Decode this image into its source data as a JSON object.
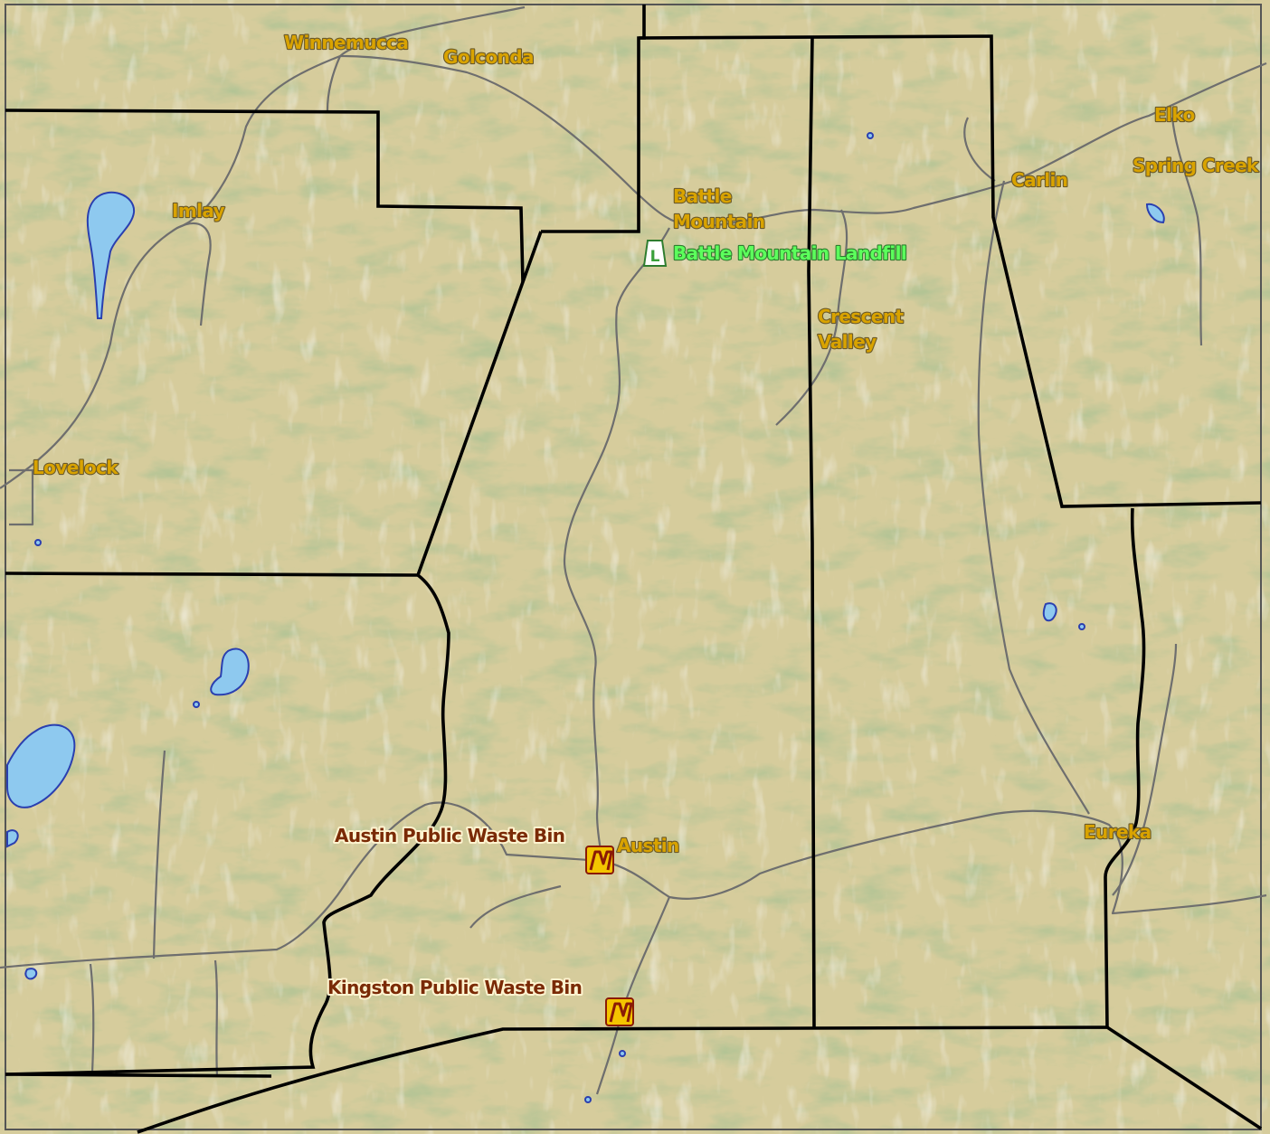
{
  "map": {
    "colors": {
      "terrain": "#d9d0a0",
      "mountain": "#7f9256",
      "water": "#8ec9ef",
      "water_edge": "#2a3fb0",
      "road": "#6e6e6e",
      "county_line": "#000000",
      "town_label": "#d9a300",
      "facility_label": "#7a2a06",
      "landfill_label": "#5cff5c",
      "waste_bin_icon": "#8a1a06"
    },
    "towns": [
      {
        "name": "Winnemucca"
      },
      {
        "name": "Golconda"
      },
      {
        "name": "Elko"
      },
      {
        "name": "Spring Creek"
      },
      {
        "name": "Carlin"
      },
      {
        "name": "Imlay"
      },
      {
        "name": "Battle Mountain"
      },
      {
        "name": "Crescent Valley"
      },
      {
        "name": "Lovelock"
      },
      {
        "name": "Austin"
      },
      {
        "name": "Eureka"
      }
    ],
    "facilities": {
      "landfill": {
        "label": "Battle Mountain Landfill",
        "icon": "landfill-icon",
        "icon_letter": "L"
      },
      "austin_bin": {
        "label": "Austin Public Waste Bin",
        "icon": "waste-bin-icon"
      },
      "kingston_bin": {
        "label": "Kingston Public Waste Bin",
        "icon": "waste-bin-icon"
      }
    }
  }
}
